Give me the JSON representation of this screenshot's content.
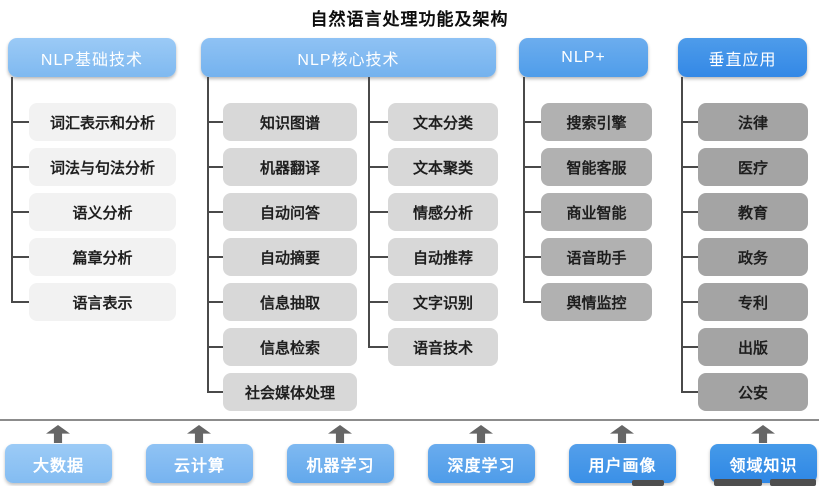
{
  "title": "自然语言处理功能及架构",
  "columns": [
    {
      "header": "NLP基础技术",
      "items": [
        "词汇表示和分析",
        "词法与句法分析",
        "语义分析",
        "篇章分析",
        "语言表示"
      ]
    },
    {
      "header": "NLP核心技术",
      "left_items": [
        "知识图谱",
        "机器翻译",
        "自动问答",
        "自动摘要",
        "信息抽取",
        "信息检索",
        "社会媒体处理"
      ],
      "right_items": [
        "文本分类",
        "文本聚类",
        "情感分析",
        "自动推荐",
        "文字识别",
        "语音技术"
      ]
    },
    {
      "header": "NLP+",
      "items": [
        "搜索引擎",
        "智能客服",
        "商业智能",
        "语音助手",
        "舆情监控"
      ]
    },
    {
      "header": "垂直应用",
      "items": [
        "法律",
        "医疗",
        "教育",
        "政务",
        "专利",
        "出版",
        "公安"
      ]
    }
  ],
  "foundation": {
    "items": [
      "大数据",
      "云计算",
      "机器学习",
      "深度学习",
      "用户画像",
      "领域知识"
    ]
  },
  "colors": {
    "header_blues": [
      "#8fc3f3",
      "#82bbf1",
      "#5ea6ec",
      "#3f92e8"
    ],
    "item_grays": [
      "#f2f2f2",
      "#d8d8d8",
      "#b1b1b1",
      "#a4a4a4"
    ],
    "foundation_blues": [
      "#8fc3f4",
      "#83bcf2",
      "#70b0ee",
      "#5ca4ec",
      "#4797e9",
      "#3a90e7"
    ],
    "connector_gray": "#4a4a4a",
    "divider_gray": "#8c8c8c",
    "arrow_gray": "#666666"
  }
}
